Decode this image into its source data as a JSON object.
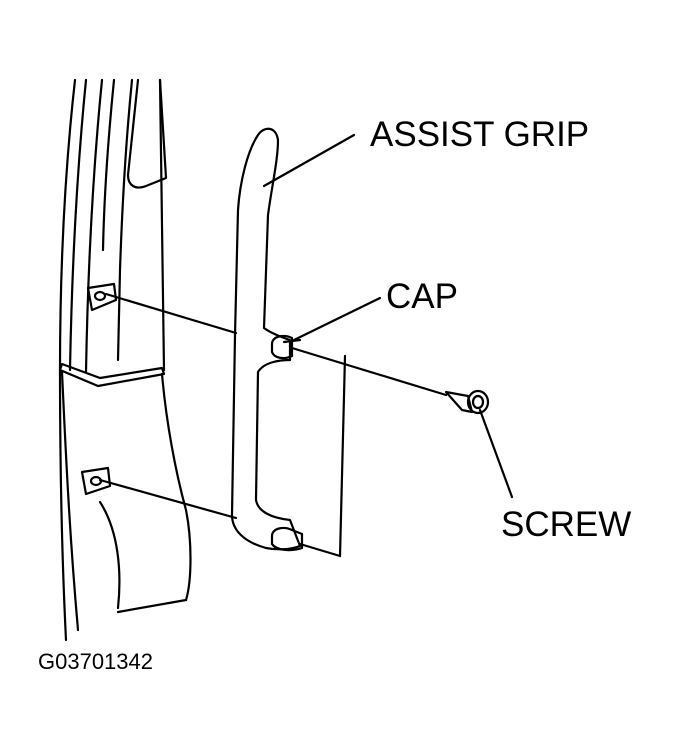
{
  "labels": {
    "assist_grip": "ASSIST GRIP",
    "cap": "CAP",
    "screw": "SCREW"
  },
  "figure_code": "G03701342",
  "colors": {
    "line": "#000000",
    "background": "#ffffff"
  }
}
